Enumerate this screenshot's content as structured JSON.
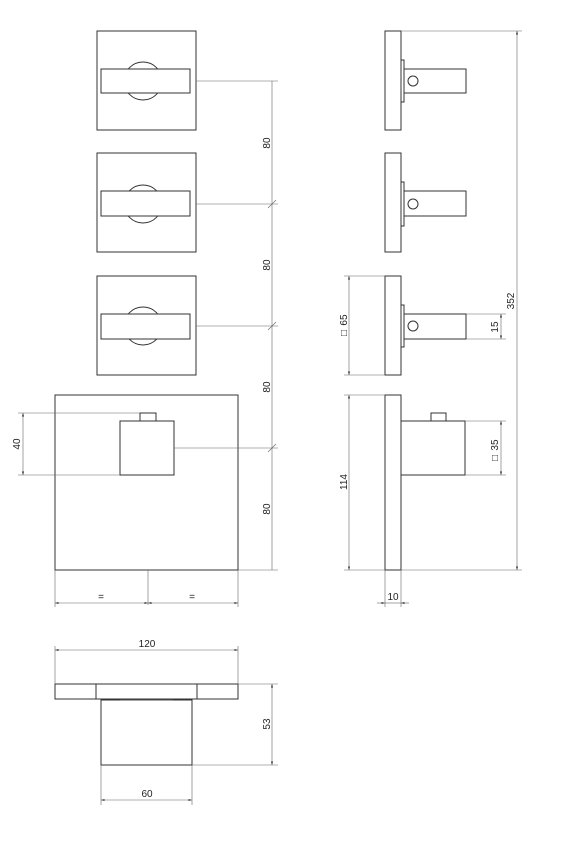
{
  "dimensions": {
    "spacing": "80",
    "plate_side": "65",
    "lever_width": "15",
    "total_height": "352",
    "block_width": "40",
    "block_side": "35",
    "panel_height": "114",
    "panel_thickness": "10",
    "equal_mark": "=",
    "total_width": "120",
    "depth": "53",
    "body_width": "60",
    "square_symbol": "□"
  }
}
